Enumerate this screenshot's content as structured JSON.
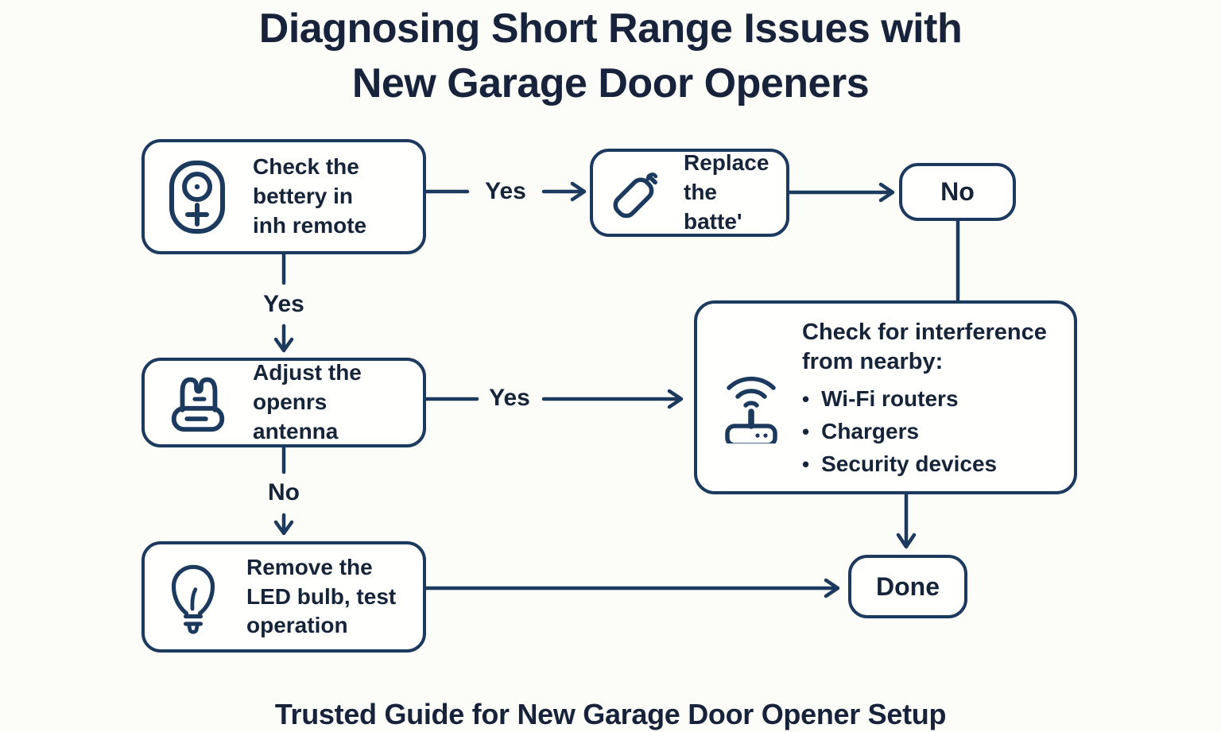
{
  "title": "Diagnosing Short Range Issues with\nNew Garage Door Openers",
  "footer": "Trusted Guide for New Garage Door Opener Setup",
  "colors": {
    "line": "#1c3a5e",
    "text": "#16243a",
    "background": "#fcfcf9"
  },
  "nodes": {
    "check_battery": {
      "icon": "remote-icon",
      "text": "Check the\nbettery in\ninh remote"
    },
    "replace_battery": {
      "icon": "battery-icon",
      "text": "Replace\nthe batte'"
    },
    "no_node": {
      "text": "No"
    },
    "adjust_antenna": {
      "icon": "opener-icon",
      "text": "Adjust the\nopenrs  antenna"
    },
    "interference": {
      "icon": "router-icon",
      "heading": "Check for interference\nfrom nearby:",
      "items": [
        "Wi-Fi routers",
        "Chargers",
        "Security devices"
      ]
    },
    "remove_bulb": {
      "icon": "bulb-icon",
      "text": "Remove the\nLED bulb, test\noperation"
    },
    "done_node": {
      "text": "Done"
    }
  },
  "edges": {
    "check_to_replace_label": "Yes",
    "check_to_adjust_label": "Yes",
    "adjust_to_interference_label": "Yes",
    "adjust_to_bulb_label": "No"
  }
}
